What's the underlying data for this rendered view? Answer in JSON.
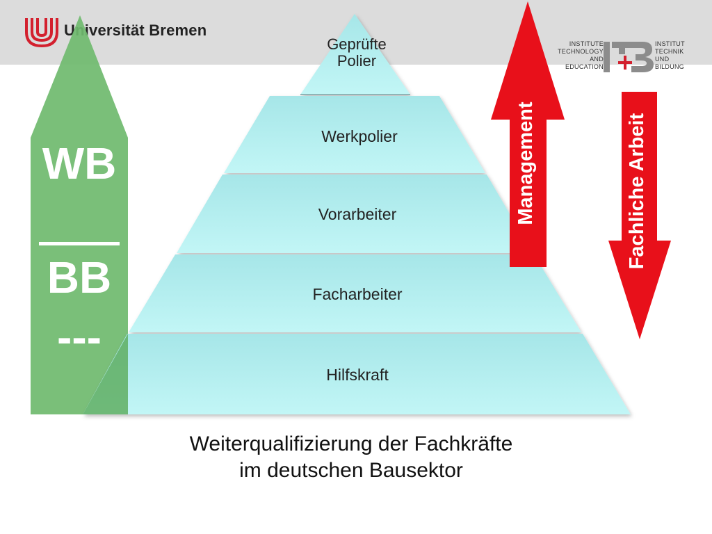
{
  "header": {
    "university_name": "Universität Bremen",
    "itb_left_lines": [
      "INSTITUTE",
      "TECHNOLOGY",
      "AND",
      "EDUCATION"
    ],
    "itb_right_lines": [
      "INSTITUT",
      "TECHNIK",
      "UND",
      "BILDUNG"
    ],
    "itb_mark": "ITB"
  },
  "pyramid": {
    "levels": [
      "Geprüfte\nPolier",
      "Werkpolier",
      "Vorarbeiter",
      "Facharbeiter",
      "Hilfskraft"
    ]
  },
  "spire": {
    "upper": "WB",
    "lower": "BB",
    "dashes": "---"
  },
  "arrows": {
    "up_label": "Management",
    "down_label": "Fachliche Arbeit"
  },
  "caption": {
    "line1": "Weiterqualifizierung der Fachkräfte",
    "line2": "im deutschen Bausektor"
  },
  "colors": {
    "green": "#6fba6e",
    "pyramid": "#b4eef0",
    "red": "#e8101a",
    "logo_red": "#d3202e"
  }
}
